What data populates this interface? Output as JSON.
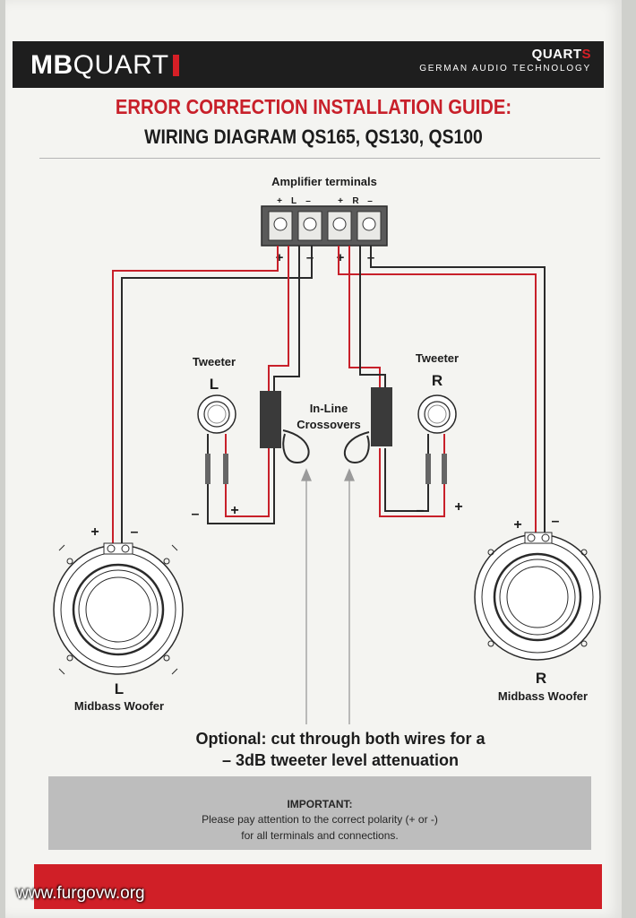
{
  "header": {
    "logo_bold": "MB",
    "logo_light": "QUART",
    "brand_name": "QUART",
    "brand_name_accent": "S",
    "brand_tag": "GERMAN AUDIO TECHNOLOGY"
  },
  "title": {
    "line1": "ERROR CORRECTION INSTALLATION GUIDE:",
    "line2": "WIRING DIAGRAM QS165, QS130, QS100"
  },
  "diagram": {
    "amp_label": "Amplifier terminals",
    "amp_terminal_labels": [
      "+",
      "L",
      "–",
      "+",
      "R",
      "–"
    ],
    "amp_polarity": [
      "+",
      "–",
      "+",
      "–"
    ],
    "tweeter_left_label": "Tweeter",
    "tweeter_left_side": "L",
    "tweeter_right_label": "Tweeter",
    "tweeter_right_side": "R",
    "crossover_label_1": "In-Line",
    "crossover_label_2": "Crossovers",
    "tweeter_left_minus": "–",
    "tweeter_left_plus": "+",
    "tweeter_right_minus": "–",
    "tweeter_right_plus": "+",
    "woofer_left_plus": "+",
    "woofer_left_minus": "–",
    "woofer_right_plus": "+",
    "woofer_right_minus": "–",
    "woofer_left_side": "L",
    "woofer_left_label": "Midbass Woofer",
    "woofer_right_side": "R",
    "woofer_right_label": "Midbass Woofer",
    "wire_colors": {
      "positive": "#c8202a",
      "negative": "#2a2a2a"
    }
  },
  "note": {
    "line1": "Optional: cut through both wires for a",
    "line2": "– 3dB tweeter level attenuation"
  },
  "important": {
    "title": "IMPORTANT:",
    "line1": "Please pay attention to the correct polarity (+ or -)",
    "line2": "for all terminals and connections."
  },
  "watermark": "www.furgovw.org"
}
